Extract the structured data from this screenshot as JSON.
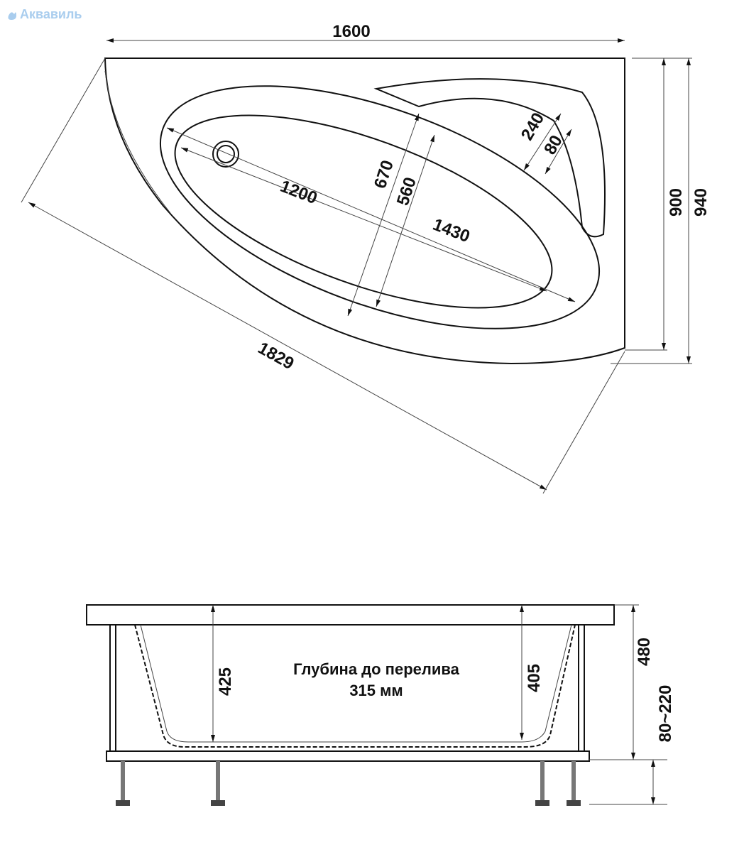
{
  "watermark": {
    "text": "Аквавиль",
    "color": "#a9cdee"
  },
  "top_view": {
    "dimensions": {
      "length": "1600",
      "width_inner": "900",
      "width_outer": "940",
      "diagonal": "1829",
      "basin_length_inner": "1200",
      "basin_length_outer": "1430",
      "basin_width_outer": "670",
      "basin_width_inner": "560",
      "headrest_outer": "240",
      "headrest_inner": "80"
    }
  },
  "side_view": {
    "dimensions": {
      "depth_left": "425",
      "depth_right": "405",
      "total_height": "480",
      "leg_adjust": "80~220"
    },
    "caption_line1": "Глубина до перелива",
    "caption_line2": "315 мм"
  }
}
